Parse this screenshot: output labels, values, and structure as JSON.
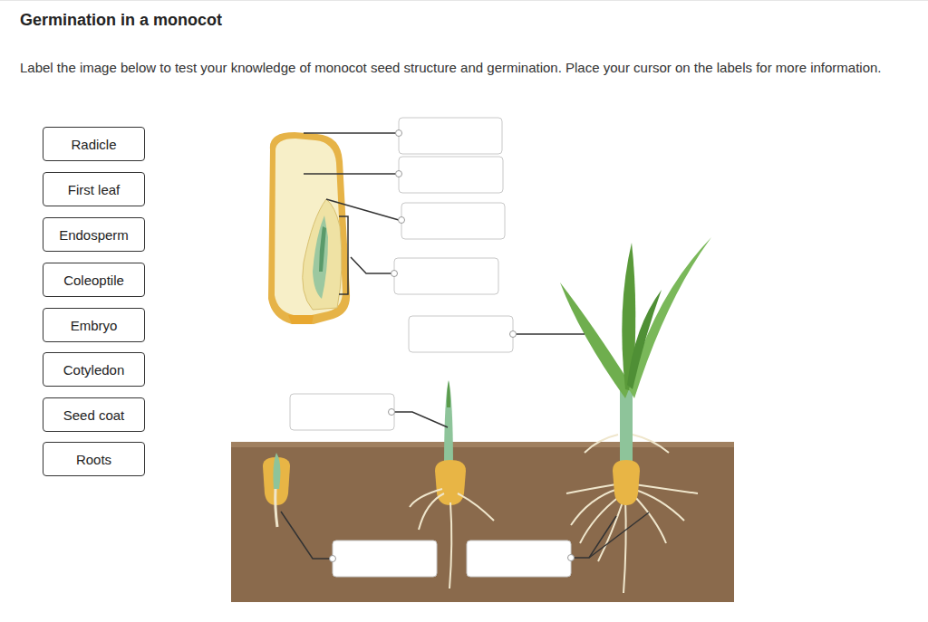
{
  "diagram": {
    "title": "Germination in a monocot",
    "nodes": [
      {
        "text": [
          "Radicle"
        ]
      },
      {
        "text": [
          "First leaf"
        ]
      },
      {
        "text": [
          "Endosperm"
        ]
      },
      {
        "text": [
          "Coleoptile"
        ]
      },
      {
        "text": [
          "Embryo"
        ]
      },
      {
        "text": [
          "Cotyledon"
        ]
      },
      {
        "text": [
          "Seed coat"
        ]
      },
      {
        "text": [
          "Roots"
        ]
      }
    ],
    "labels": [
      "Label the image below to test your knowledge of monocot seed structure and germination. Place your cursor on the labels for more information."
    ]
  }
}
